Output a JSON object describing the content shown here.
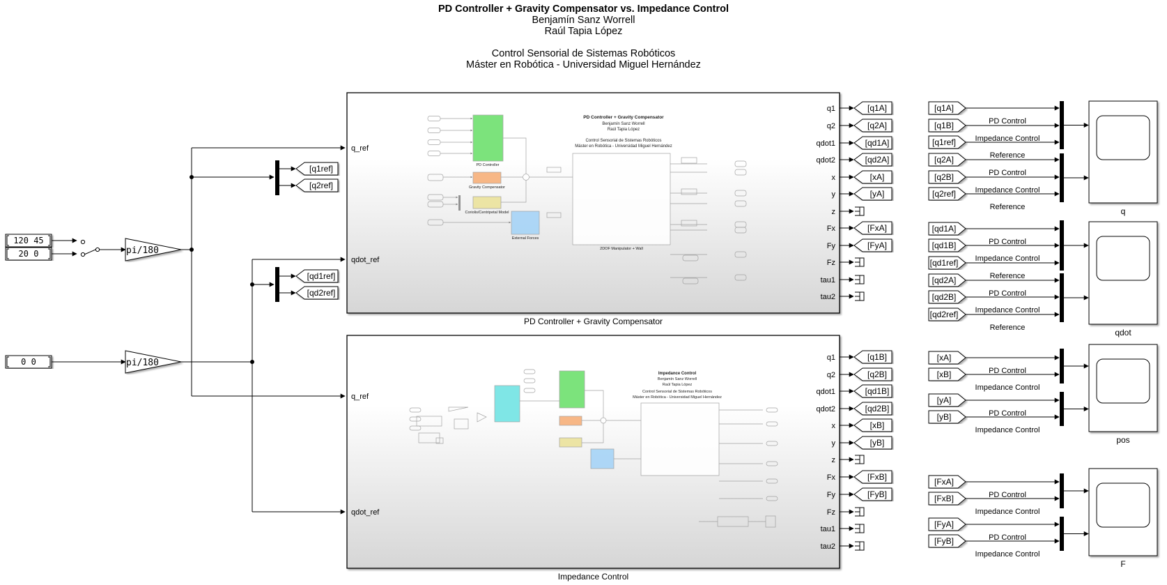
{
  "header": {
    "title": "PD Controller + Gravity Compensator vs. Impedance Control",
    "author1": "Benjamín Sanz Worrell",
    "author2": "Raúl Tapia López",
    "course": "Control Sensorial de Sistemas Robóticos",
    "program": "Máster en Robótica - Universidad Miguel Hernández"
  },
  "constants": {
    "c1": "120  45",
    "c2": "20  0",
    "c3": "0  0"
  },
  "gains": {
    "g1": "pi/180",
    "g2": "pi/180"
  },
  "tags": {
    "q1ref": "[q1ref]",
    "q2ref": "[q2ref]",
    "qd1ref": "[qd1ref]",
    "qd2ref": "[qd2ref]"
  },
  "subsystem_a": {
    "name": "PD Controller + Gravity Compensator",
    "inputs": [
      "q_ref",
      "qdot_ref"
    ],
    "outputs": [
      "q1",
      "q2",
      "qdot1",
      "qdot2",
      "x",
      "y",
      "z",
      "Fx",
      "Fy",
      "Fz",
      "tau1",
      "tau2"
    ],
    "gotos": [
      "[q1A]",
      "[q2A]",
      "[qd1A]",
      "[qd2A]",
      "[xA]",
      "[yA]",
      "",
      "[FxA]",
      "[FyA]",
      "",
      "",
      ""
    ],
    "inner": {
      "title": "PD Controller + Gravity Compensator",
      "author1": "Benjamín Sanz Worrell",
      "author2": "Raúl Tapia López",
      "course": "Control Sensorial de Sistemas Robóticos",
      "program": "Máster en Robótica - Universidad Miguel Hernández",
      "labels": [
        "PD Controller",
        "Gravity Compensator",
        "Coriolis/Centripetal Model",
        "External Forces",
        "2DOF Manipulator + Wall"
      ]
    }
  },
  "subsystem_b": {
    "name": "Impedance Control",
    "inputs": [
      "q_ref",
      "qdot_ref"
    ],
    "outputs": [
      "q1",
      "q2",
      "qdot1",
      "qdot2",
      "x",
      "y",
      "z",
      "Fx",
      "Fy",
      "Fz",
      "tau1",
      "tau2"
    ],
    "gotos": [
      "[q1B]",
      "[q2B]",
      "[qd1B]",
      "[qd2B]",
      "[xB]",
      "[yB]",
      "",
      "[FxB]",
      "[FyB]",
      "",
      "",
      ""
    ],
    "inner": {
      "title": "Impedance Control",
      "author1": "Benjamín Sanz Worrell",
      "author2": "Raúl Tapia López",
      "course": "Control Sensorial de Sistemas Robóticos",
      "program": "Máster en Robótica - Universidad Miguel Hernández"
    }
  },
  "scopes": [
    {
      "name": "q",
      "groups": [
        {
          "froms": [
            "[q1A]",
            "[q1B]",
            "[q1ref]"
          ],
          "labels": [
            "PD Control",
            "Impedance Control",
            "Reference"
          ]
        },
        {
          "froms": [
            "[q2A]",
            "[q2B]",
            "[q2ref]"
          ],
          "labels": [
            "PD Control",
            "Impedance Control",
            "Reference"
          ]
        }
      ]
    },
    {
      "name": "qdot",
      "groups": [
        {
          "froms": [
            "[qd1A]",
            "[qd1B]",
            "[qd1ref]"
          ],
          "labels": [
            "PD Control",
            "Impedance Control",
            "Reference"
          ]
        },
        {
          "froms": [
            "[qd2A]",
            "[qd2B]",
            "[qd2ref]"
          ],
          "labels": [
            "PD Control",
            "Impedance Control",
            "Reference"
          ]
        }
      ]
    },
    {
      "name": "pos",
      "groups": [
        {
          "froms": [
            "[xA]",
            "[xB]"
          ],
          "labels": [
            "PD Control",
            "Impedance Control"
          ]
        },
        {
          "froms": [
            "[yA]",
            "[yB]"
          ],
          "labels": [
            "PD Control",
            "Impedance Control"
          ]
        }
      ]
    },
    {
      "name": "F",
      "groups": [
        {
          "froms": [
            "[FxA]",
            "[FxB]"
          ],
          "labels": [
            "PD Control",
            "Impedance Control"
          ]
        },
        {
          "froms": [
            "[FyA]",
            "[FyB]"
          ],
          "labels": [
            "PD Control",
            "Impedance Control"
          ]
        }
      ]
    }
  ],
  "colors": {
    "green": "#6ee06e",
    "orange": "#f7b07a",
    "yellow": "#ece39c",
    "blue": "#a6d4f7",
    "cyan": "#72e4e4"
  }
}
